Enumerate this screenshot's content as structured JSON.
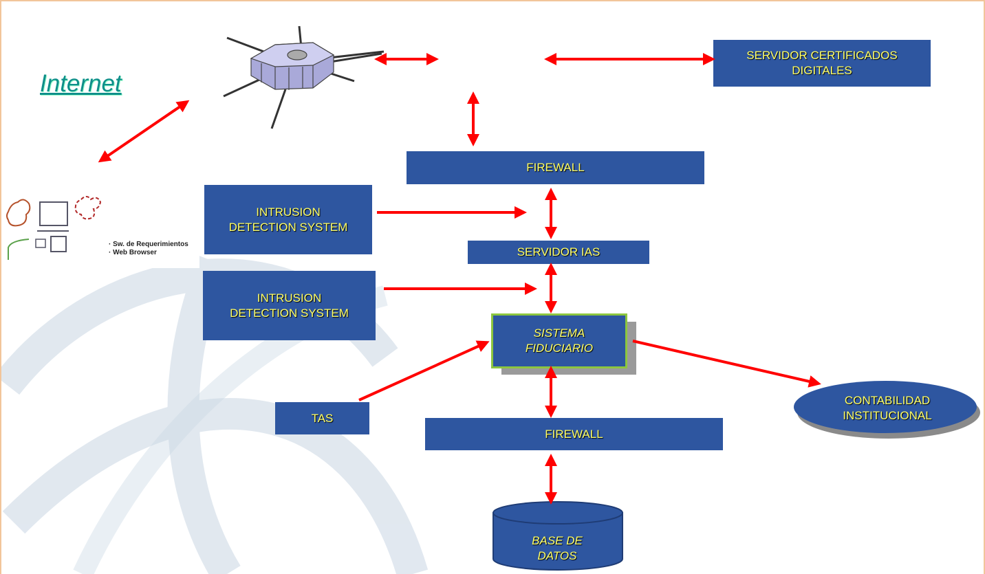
{
  "title": "Internet",
  "nodes": {
    "servidor_certificados": "SERVIDOR CERTIFICADOS\nDIGITALES",
    "firewall_top": "FIREWALL",
    "ids_1": "INTRUSION\nDETECTION SYSTEM",
    "ids_2": "INTRUSION\nDETECTION SYSTEM",
    "servidor_ias": "SERVIDOR  IAS",
    "sistema_fiduciario": "SISTEMA\nFIDUCIARIO",
    "tas": "TAS",
    "firewall_bottom": "FIREWALL",
    "contabilidad": "CONTABILIDAD\nINSTITUCIONAL",
    "base_datos": "BASE DE\nDATOS"
  },
  "legend": {
    "item1": "· Sw. de Requerimientos",
    "item2": "· Web Browser"
  },
  "colors": {
    "box_fill": "#2e56a0",
    "box_text": "#ffff66",
    "arrow": "#ff0000",
    "highlight_border": "#8cc63f",
    "title": "#0f8f8a"
  },
  "icons": [
    "satellite-icon",
    "legend-icons"
  ]
}
